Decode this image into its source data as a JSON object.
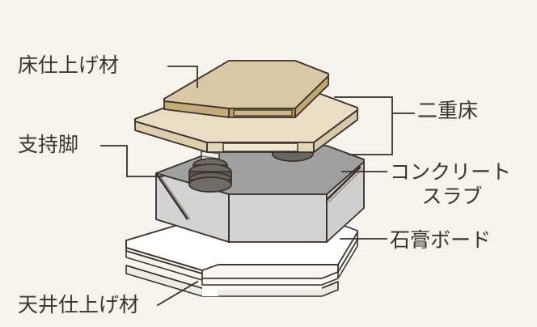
{
  "figure": {
    "kind": "exploded-isometric-construction-diagram",
    "background_color": "#f5f3ec",
    "line_color": "#3a2f2a"
  },
  "labels": {
    "floor_finish": "床仕上げ材",
    "support_leg": "支持脚",
    "double_floor": "二重床",
    "concrete_slab_line1": "コンクリート",
    "concrete_slab_line2": "スラブ",
    "gypsum_board": "石膏ボード",
    "ceiling_finish": "天井仕上げ材"
  },
  "layers": [
    {
      "id": "floor-finish-board",
      "label": "床仕上げ材",
      "top_color": "#d9c8a5",
      "edge_color": "#b09a63",
      "order": 1
    },
    {
      "id": "raised-floor-panel",
      "label": "二重床",
      "top_color": "#e8dec4",
      "edge_color": "#d6c9a8",
      "order": 2
    },
    {
      "id": "support-leg",
      "label": "支持脚",
      "stem_color": "#f0eeea",
      "base_color": "#5f5b58",
      "order": 3,
      "count": 2
    },
    {
      "id": "concrete-slab",
      "label": "コンクリートスラブ",
      "top_color": "#a0a0a0",
      "side_color": "#d3d3d3",
      "order": 4
    },
    {
      "id": "gypsum-board",
      "label": "石膏ボード",
      "top_color": "#ffffff",
      "edge_color": "#f2f0ec",
      "order": 5
    },
    {
      "id": "ceiling-finish-board",
      "label": "天井仕上げ材",
      "top_color": "#fbfaf7",
      "edge_color": "#eceae4",
      "order": 6
    }
  ],
  "leaders": [
    {
      "id": "leader-floor-finish",
      "style": "elbow",
      "from": "床仕上げ材",
      "to": "floor-finish-board"
    },
    {
      "id": "leader-support-leg",
      "style": "bracket",
      "from": "支持脚",
      "to": "support-leg"
    },
    {
      "id": "leader-double-floor",
      "style": "bracket",
      "from": "二重床",
      "to": "raised-floor-panel"
    },
    {
      "id": "leader-concrete-slab",
      "style": "line",
      "from": "コンクリートスラブ",
      "to": "concrete-slab"
    },
    {
      "id": "leader-gypsum-board",
      "style": "line",
      "from": "石膏ボード",
      "to": "gypsum-board"
    },
    {
      "id": "leader-ceiling-finish",
      "style": "diagonal",
      "from": "天井仕上げ材",
      "to": "ceiling-finish-board"
    }
  ]
}
